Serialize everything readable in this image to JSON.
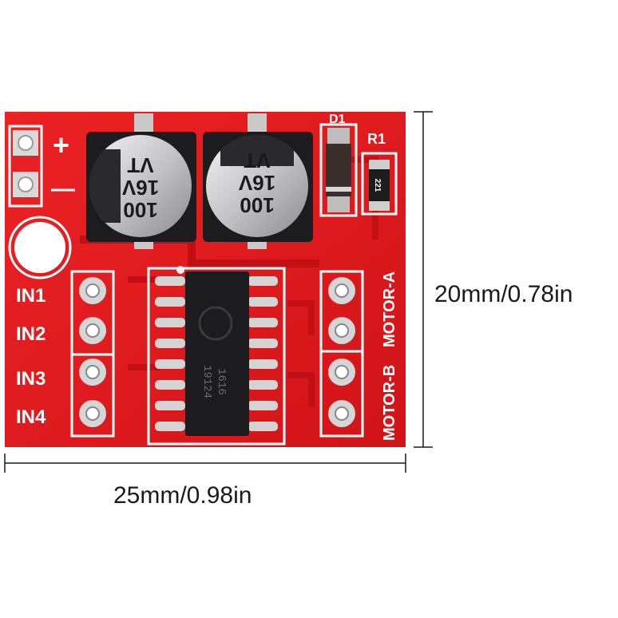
{
  "dimensions": {
    "width_label": "25mm/0.98in",
    "height_label": "20mm/0.78in"
  },
  "board": {
    "power_plus": "+",
    "power_minus": "—",
    "inputs": [
      "IN1",
      "IN2",
      "IN3",
      "IN4"
    ],
    "motor_a": "MOTOR-A",
    "motor_b": "MOTOR-B",
    "diode_label": "D1",
    "resistor_label": "R1",
    "resistor_code": "221",
    "capacitor_left": [
      "100",
      "16V",
      "VT"
    ],
    "capacitor_right": [
      "100",
      "16V",
      "VT"
    ],
    "chip_marking": [
      "1616",
      "19124"
    ],
    "colors": {
      "pcb": "#e0191b",
      "pcb_dark": "#b50e12",
      "silkscreen": "#ffffff",
      "chip": "#1c1c1e",
      "capacitor": "#b8b8bc"
    }
  }
}
